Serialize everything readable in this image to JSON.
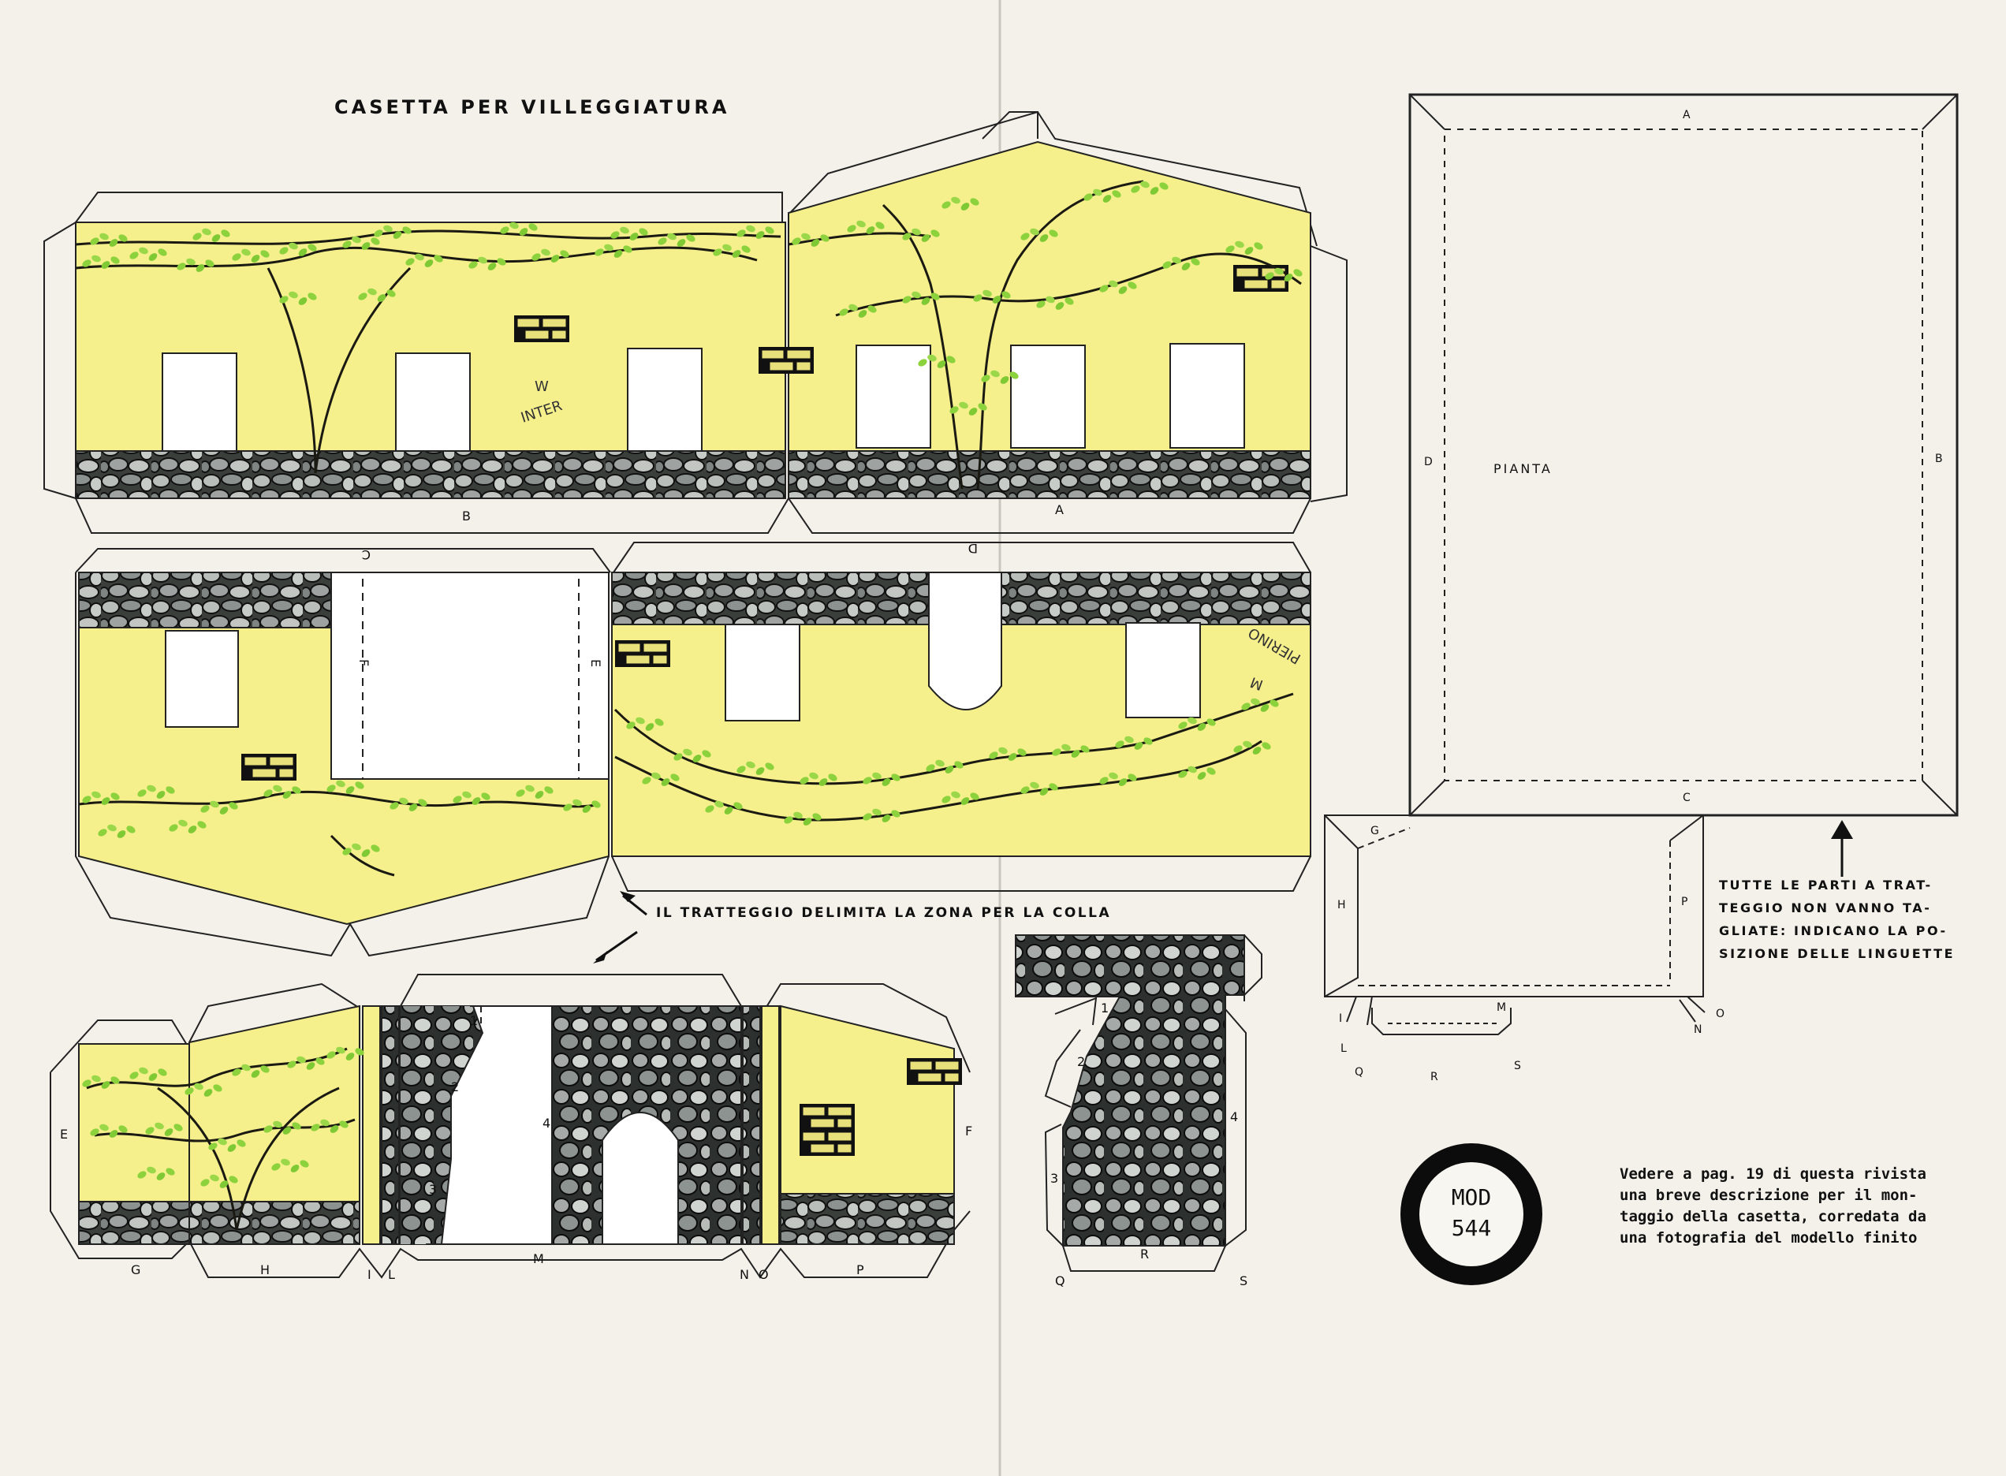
{
  "title": "CASETTA PER VILLEGGIATURA",
  "glue_note": "IL TRATTEGGIO DELIMITA LA ZONA PER LA COLLA",
  "dashed_note": {
    "lines": [
      "TUTTE LE PARTI A TRAT-",
      "TEGGIO NON VANNO TA-",
      "GLIATE: INDICANO LA PO-",
      "SIZIONE DELLE LINGUETTE"
    ]
  },
  "reference_note": {
    "lines": [
      "Vedere a pag. 19 di questa rivista",
      "una breve descrizione per il mon-",
      "taggio della casetta, corredata da",
      "una fotografia del modello finito"
    ]
  },
  "model_badge": {
    "line1": "MOD",
    "line2": "544"
  },
  "plan_label": "PIANTA",
  "scribbles": {
    "top": "W",
    "top2": "INTER",
    "mid": "M",
    "mid2": "PIERINO"
  },
  "part_labels": {
    "A": "A",
    "B": "B",
    "C": "C",
    "D": "D",
    "E": "E",
    "F": "F",
    "G": "G",
    "H": "H",
    "I": "I",
    "L": "L",
    "M": "M",
    "N": "N",
    "O": "O",
    "P": "P",
    "Q": "Q",
    "R": "R",
    "S": "S",
    "n1": "1",
    "n2": "2",
    "n3": "3",
    "n4": "4"
  },
  "colors": {
    "wall_yellow": "#f5ef8c",
    "stone_dark": "#2a2e2c",
    "stone_light": "#a8adab",
    "vine_leaf": "#8cd23c",
    "vine_stem": "#1a1a12",
    "paper": "#f3f1ea",
    "line": "#222222"
  }
}
